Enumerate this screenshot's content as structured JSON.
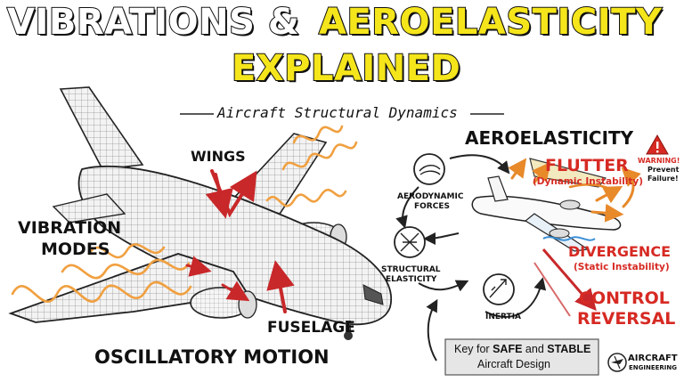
{
  "title": {
    "part1": "VIBRATIONS &",
    "part2": "AEROELASTICITY",
    "line2": "EXPLAINED",
    "subtitle": "Aircraft Structural Dynamics"
  },
  "left_labels": {
    "wings": "WINGS",
    "vibration_modes_1": "VIBRATION",
    "vibration_modes_2": "MODES",
    "fuselage": "FUSELAGE",
    "oscillatory_motion": "OSCILLATORY MOTION"
  },
  "right_panel": {
    "heading": "AEROELASTICITY",
    "cycle": {
      "aerodynamic_forces_1": "AERODYNAMIC",
      "aerodynamic_forces_2": "FORCES",
      "structural_elasticity_1": "STRUCTURAL",
      "structural_elasticity_2": "ELASTICITY",
      "inertia": "INERTIA"
    },
    "flutter": "FLUTTER",
    "flutter_sub": "(Dynamic Instability)",
    "divergence": "DIVERGENCE",
    "divergence_sub": "(Static Instability)",
    "control_reversal_1": "CONTROL",
    "control_reversal_2": "REVERSAL",
    "warning_1": "WARNING!",
    "warning_2": "Prevent",
    "warning_3": "Failure!"
  },
  "key_box": {
    "prefix": "Key for",
    "safe": "SAFE",
    "and": "and",
    "stable": "STABLE",
    "line2": "Aircraft Design"
  },
  "logo": {
    "line1": "AIRCRAFT",
    "line2": "ENGINEERING"
  },
  "colors": {
    "accent_yellow": "#f5e51b",
    "wave_orange": "#f0a040",
    "arrow_red": "#c8282a",
    "label_red": "#d62a23",
    "key_box_bg": "#e6e6e6"
  }
}
